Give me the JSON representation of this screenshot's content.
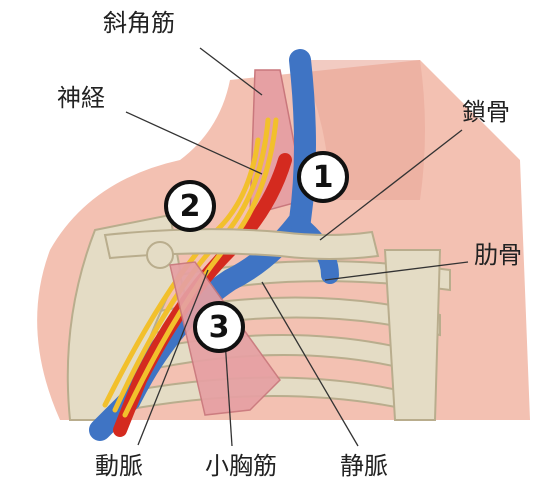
{
  "labels": {
    "scalene": "斜角筋",
    "nerve": "神経",
    "clavicle": "鎖骨",
    "rib": "肋骨",
    "artery": "動脈",
    "pectoralis_minor": "小胸筋",
    "vein": "静脈"
  },
  "markers": [
    "1",
    "2",
    "3"
  ],
  "colors": {
    "skin": "#f3c1b2",
    "bone": "#e4dcc5",
    "artery": "#d42a1f",
    "vein": "#3f74c4",
    "nerve": "#f2c02c",
    "muscle": "#e6a0a3"
  }
}
